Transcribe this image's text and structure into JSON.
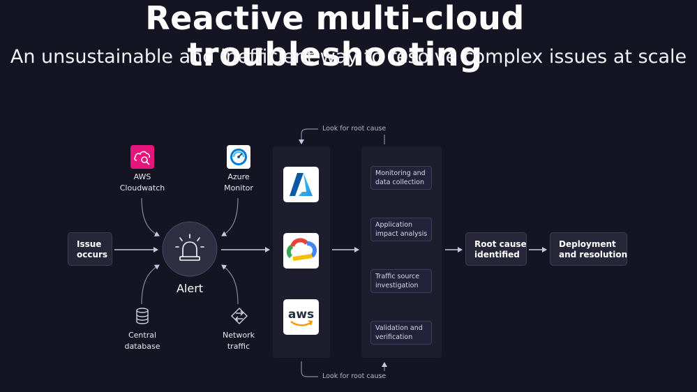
{
  "title": "Reactive multi-cloud troubleshooting",
  "subtitle": "An unsustainable and inefficient way to resolve complex issues at scale",
  "issue_box": "Issue\noccurs",
  "alert_label": "Alert",
  "sources": {
    "aws_cloudwatch": "AWS\nCloudwatch",
    "azure_monitor": "Azure\nMonitor",
    "central_database": "Central\ndatabase",
    "network_traffic": "Network\ntraffic"
  },
  "loop_label_top": "Look for root cause",
  "loop_label_bottom": "Look for root cause",
  "cloud_logos": {
    "azure": "azure-logo-icon",
    "gcp": "google-cloud-logo-icon",
    "aws": "aws-logo-icon",
    "aws_text": "aws"
  },
  "steps": [
    "Monitoring and\ndata collection",
    "Application\nimpact analysis",
    "Traffic source\ninvestigation",
    "Validation and\nverification"
  ],
  "root_cause_box": "Root cause\nidentified",
  "resolution_box": "Deployment\nand resolution",
  "colors": {
    "background": "#141423",
    "box": "#262638",
    "panel": "#1d1d2e",
    "arrow": "#c8c8e6",
    "cloudwatch": "#e7157b",
    "azure": "#0078d4"
  }
}
